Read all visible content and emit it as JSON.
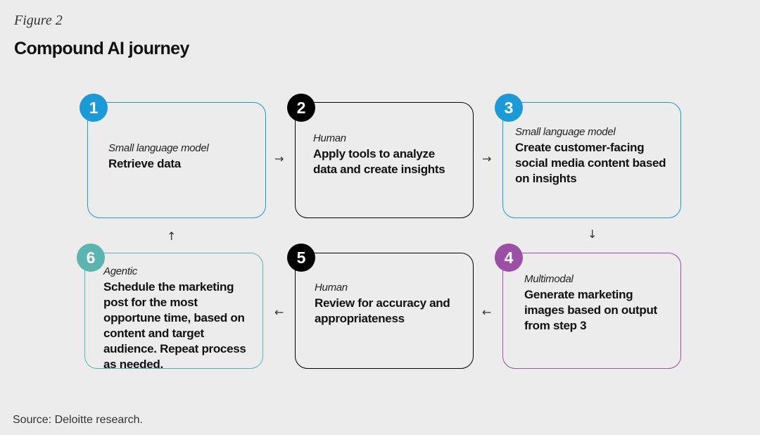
{
  "figure_label": "Figure 2",
  "title": "Compound AI journey",
  "steps": [
    {
      "number": "1",
      "type": "Small language model",
      "description": "Retrieve data",
      "color": "#1a9bd7"
    },
    {
      "number": "2",
      "type": "Human",
      "description": "Apply tools to analyze data and create insights",
      "color": "#000000"
    },
    {
      "number": "3",
      "type": "Small language model",
      "description": "Create customer-facing social media content based on insights",
      "color": "#1a9bd7"
    },
    {
      "number": "4",
      "type": "Multimodal",
      "description": "Generate marketing images based on output from step 3",
      "color": "#9b4fa5"
    },
    {
      "number": "5",
      "type": "Human",
      "description": "Review for accuracy and appropriateness",
      "color": "#000000"
    },
    {
      "number": "6",
      "type": "Agentic",
      "description": "Schedule the marketing post for the most opportune time, based on content and target audience. Repeat process as needed.",
      "color": "#5ab5b0"
    }
  ],
  "arrows": {
    "step1_to_step2": "→",
    "step2_to_step3": "→",
    "step3_to_step4": "↓",
    "step4_to_step5": "←",
    "step5_to_step6": "←",
    "step6_to_step1": "↑"
  },
  "source": "Source: Deloitte research."
}
